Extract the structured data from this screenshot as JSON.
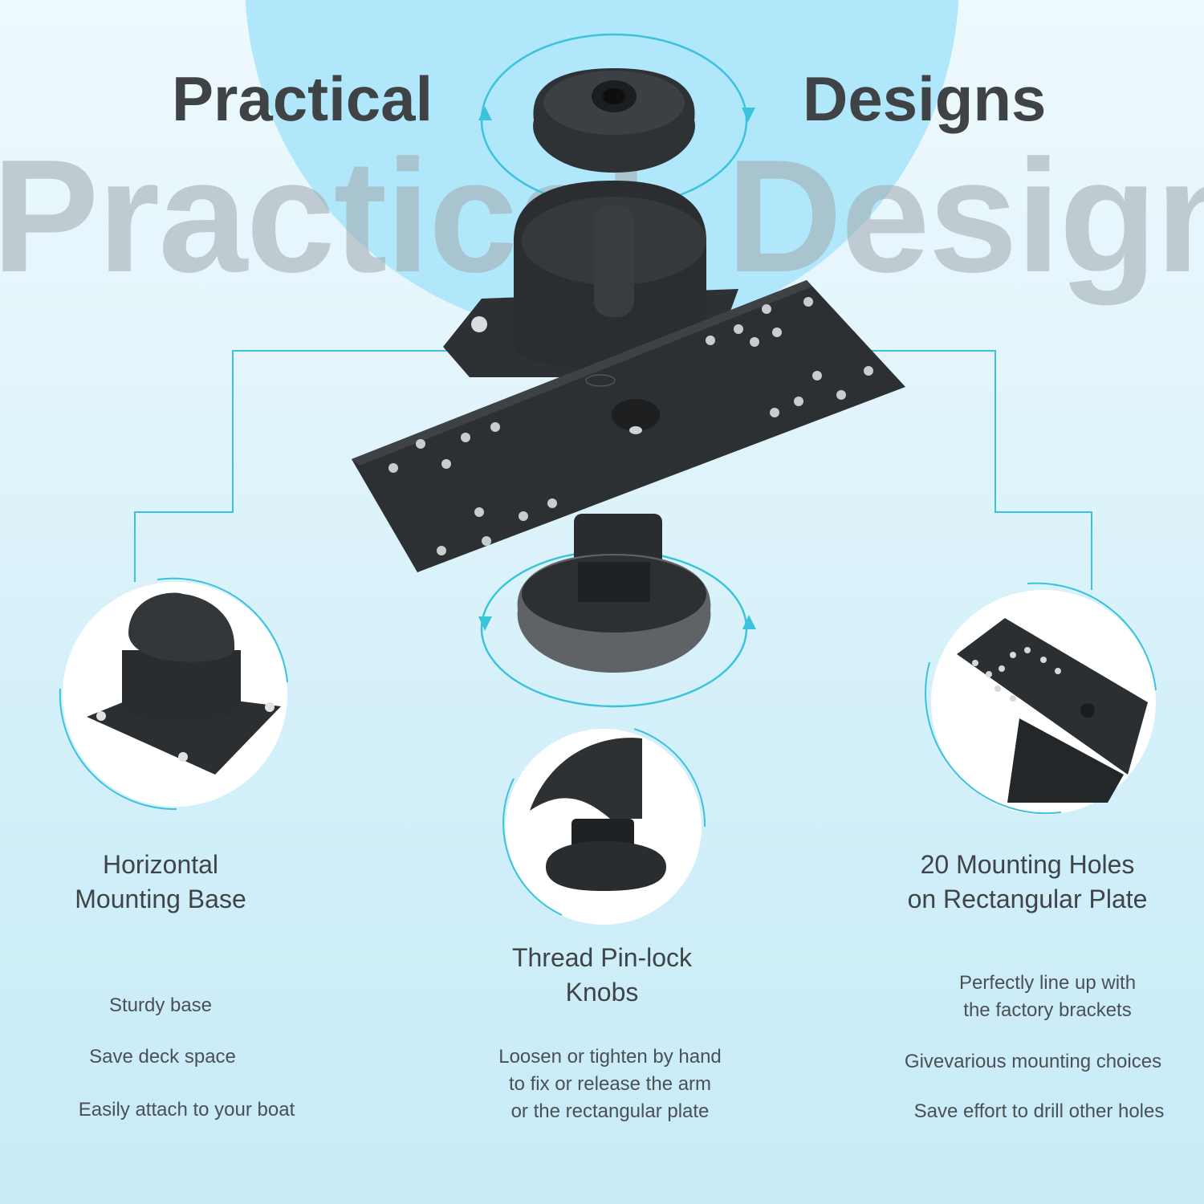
{
  "header": {
    "heading_left": "Practical",
    "heading_right": "Designs",
    "watermark_left": "Practical",
    "watermark_right": "Designs"
  },
  "features": [
    {
      "title_line1": "Horizontal",
      "title_line2": "Mounting Base",
      "bullets": [
        "Sturdy base",
        "Save deck space",
        "Easily attach to your boat"
      ]
    },
    {
      "title_line1": "Thread Pin-lock",
      "title_line2": "Knobs",
      "bullets": [
        "Loosen or tighten by hand",
        "to fix or release the arm",
        "or the  rectangular plate"
      ]
    },
    {
      "title_line1": "20 Mounting Holes",
      "title_line2": "on Rectangular Plate",
      "bullets": [
        "Perfectly line up with",
        "the factory brackets",
        "Givevarious mounting choices",
        "Save effort to drill other holes"
      ]
    }
  ],
  "colors": {
    "accent": "#3cc3dc",
    "heading": "#3f4346",
    "product": "#2a2d30"
  }
}
